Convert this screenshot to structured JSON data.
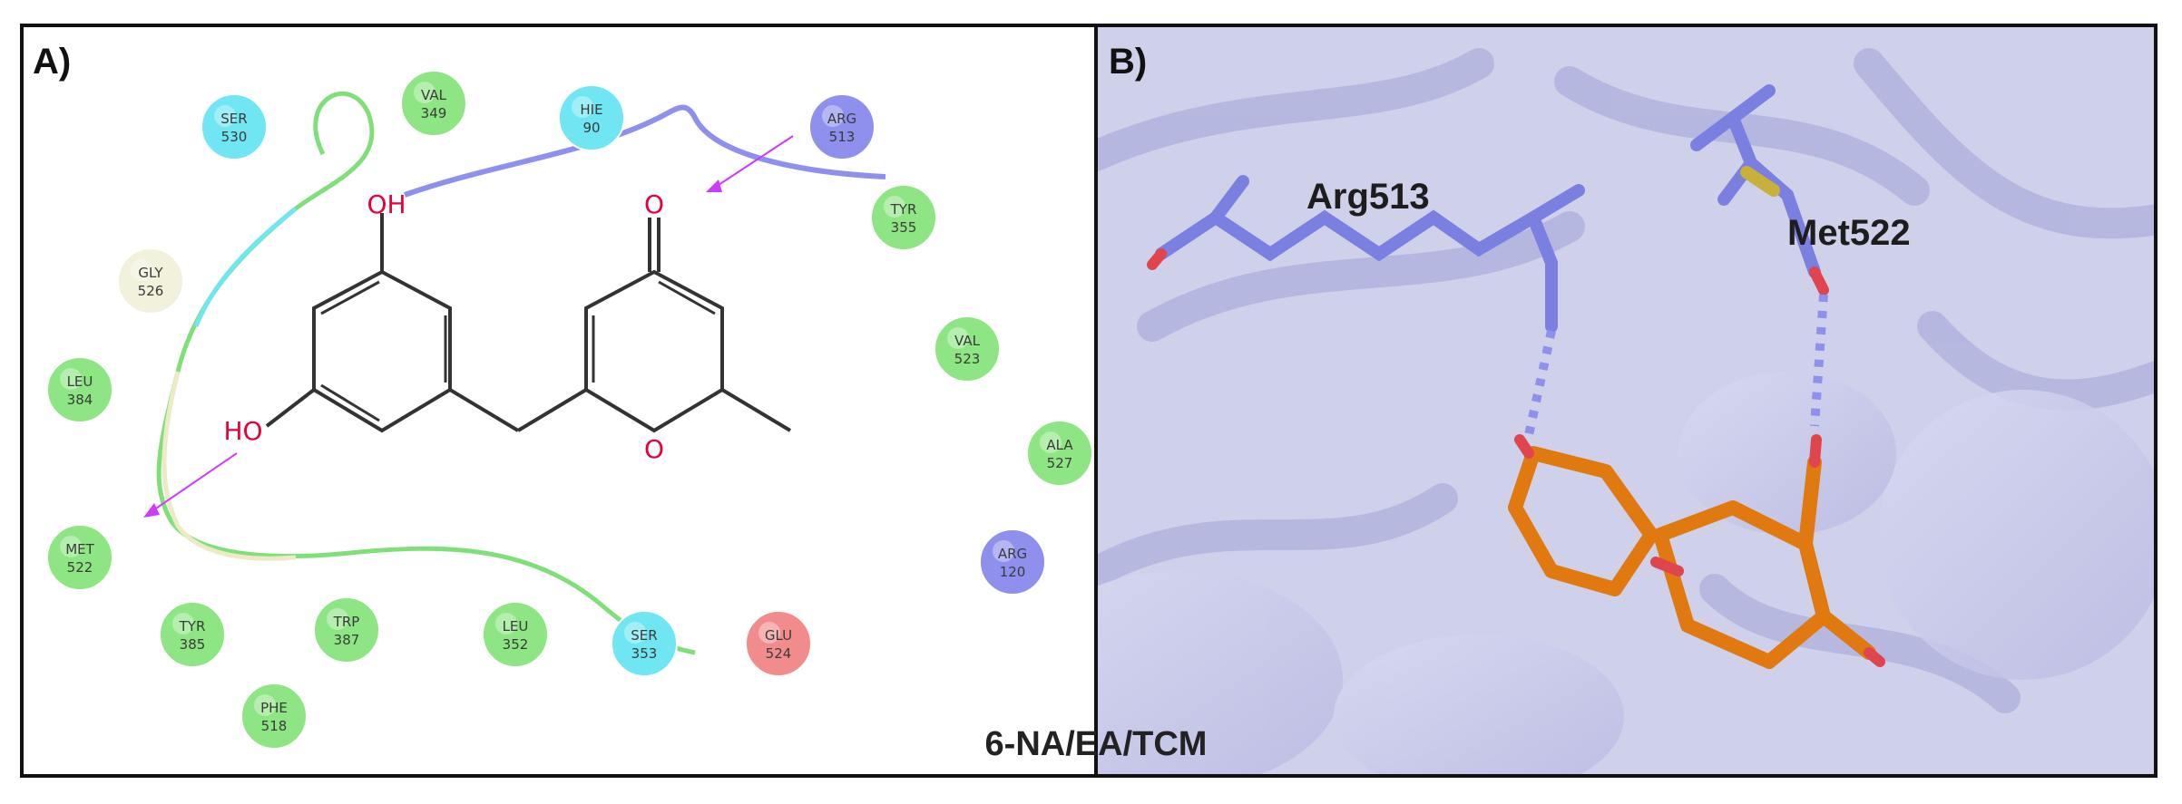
{
  "panels": {
    "a": {
      "label": "A)",
      "residues": [
        {
          "name": "SER",
          "number": "530",
          "color": "#6fe6f2"
        },
        {
          "name": "VAL",
          "number": "349",
          "color": "#8ee584"
        },
        {
          "name": "HIE",
          "number": "90",
          "color": "#6fe6f2"
        },
        {
          "name": "ARG",
          "number": "513",
          "color": "#8f90ee"
        },
        {
          "name": "TYR",
          "number": "355",
          "color": "#8ee584"
        },
        {
          "name": "GLY",
          "number": "526",
          "color": "#f2f1dc"
        },
        {
          "name": "VAL",
          "number": "523",
          "color": "#8ee584"
        },
        {
          "name": "LEU",
          "number": "384",
          "color": "#8ee584"
        },
        {
          "name": "ALA",
          "number": "527",
          "color": "#8ee584"
        },
        {
          "name": "ARG",
          "number": "120",
          "color": "#8f90ee"
        },
        {
          "name": "MET",
          "number": "522",
          "color": "#8ee584"
        },
        {
          "name": "TYR",
          "number": "385",
          "color": "#8ee584"
        },
        {
          "name": "TRP",
          "number": "387",
          "color": "#8ee584"
        },
        {
          "name": "LEU",
          "number": "352",
          "color": "#8ee584"
        },
        {
          "name": "SER",
          "number": "353",
          "color": "#6fe6f2"
        },
        {
          "name": "GLU",
          "number": "524",
          "color": "#f28c8c"
        },
        {
          "name": "PHE",
          "number": "518",
          "color": "#8ee584"
        }
      ],
      "atoms": {
        "hydroxyl_top": "OH",
        "hydroxyl_left": "HO",
        "carbonyl_oxygen": "O",
        "ring_oxygen": "O"
      }
    },
    "b": {
      "label": "B)",
      "residue_labels": [
        "Arg513",
        "Met522"
      ]
    }
  },
  "caption": "6-NA/EA/TCM"
}
